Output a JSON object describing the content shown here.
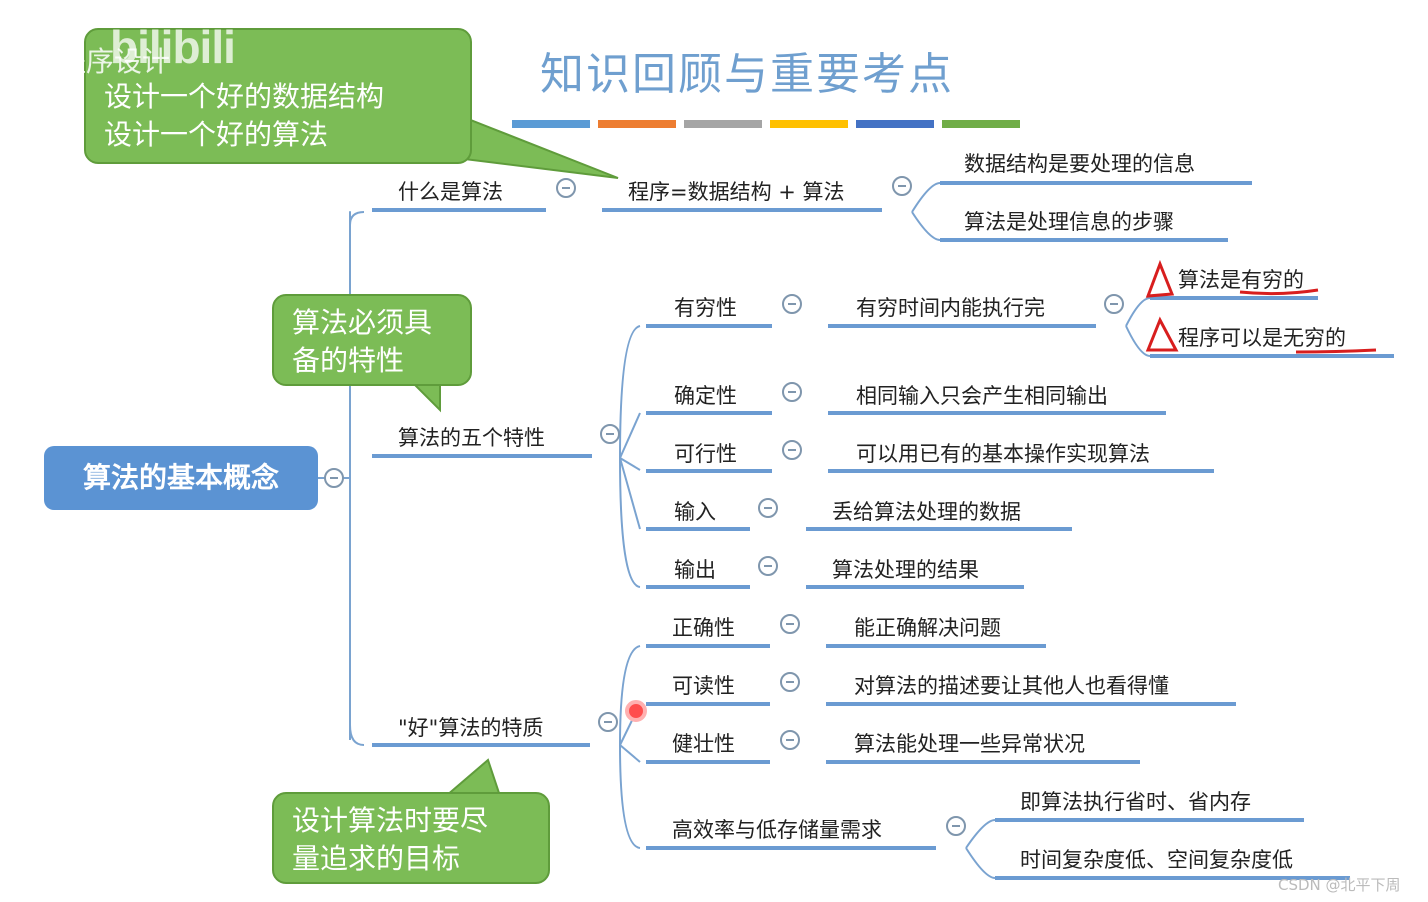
{
  "title": "知识回顾与重要考点",
  "palette": [
    "#5b9bd5",
    "#ed7d31",
    "#a5a5a5",
    "#ffc000",
    "#4472c4",
    "#70ad47"
  ],
  "root_label": "算法的基本概念",
  "branches": {
    "what": "什么是算法",
    "program": "程序=数据结构 + 算法",
    "program_children": [
      "数据结构是要处理的信息",
      "算法是处理信息的步骤"
    ],
    "five": "算法的五个特性",
    "five_items": [
      {
        "label": "有穷性",
        "desc": "有穷时间内能执行完"
      },
      {
        "label": "确定性",
        "desc": "相同输入只会产生相同输出"
      },
      {
        "label": "可行性",
        "desc": "可以用已有的基本操作实现算法"
      },
      {
        "label": "输入",
        "desc": "丢给算法处理的数据"
      },
      {
        "label": "输出",
        "desc": "算法处理的结果"
      }
    ],
    "finite_children": [
      "算法是有穷的",
      "程序可以是无穷的"
    ],
    "good": "\"好\"算法的特质",
    "good_items": [
      {
        "label": "正确性",
        "desc": "能正确解决问题"
      },
      {
        "label": "可读性",
        "desc": "对算法的描述要让其他人也看得懂"
      },
      {
        "label": "健壮性",
        "desc": "算法能处理一些异常状况"
      }
    ],
    "efficiency": "高效率与低存储量需求",
    "efficiency_children": [
      "即算法执行省时、省内存",
      "时间复杂度低、空间复杂度低"
    ]
  },
  "callouts": {
    "top_line1": "设计一个好的数据结构",
    "top_line2": "设计一个好的算法",
    "mid_line1": "算法必须具",
    "mid_line2": "备的特性",
    "bottom_line1": "设计算法时要尽",
    "bottom_line2": "量追求的目标"
  },
  "overlay": {
    "watermark": "算法程序设计",
    "logo": "bilibili",
    "credit": "CSDN @北平下周"
  },
  "colors": {
    "line": "#6b9bd2",
    "node_line": "#6b9bd2",
    "callout": "#7cbc56",
    "root": "#5b93d3",
    "mark": "#e02020"
  }
}
